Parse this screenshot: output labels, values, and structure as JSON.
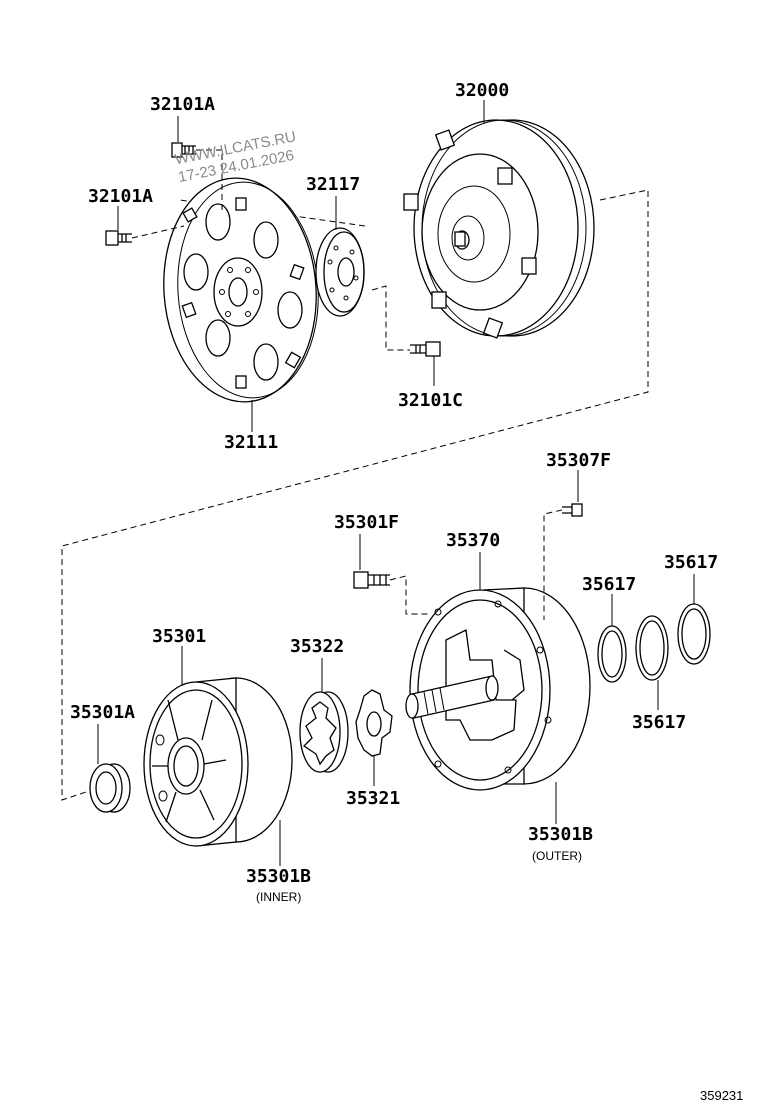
{
  "diagram": {
    "parts": {
      "p32101A_top": "32101A",
      "p32101A_left": "32101A",
      "p32000": "32000",
      "p32117": "32117",
      "p32101C": "32101C",
      "p32111": "32111",
      "p35307F": "35307F",
      "p35301F": "35301F",
      "p35370": "35370",
      "p35617_a": "35617",
      "p35617_b": "35617",
      "p35617_c": "35617",
      "p35301": "35301",
      "p35322": "35322",
      "p35301A": "35301A",
      "p35321": "35321",
      "p35301B_outer": "35301B",
      "p35301B_inner": "35301B"
    },
    "sublabels": {
      "outer": "(OUTER)",
      "inner": "(INNER)"
    },
    "watermark": {
      "line1": "WWW.ILCATS.RU",
      "line2": "17-23 24.01.2026"
    },
    "reference_number": "359231"
  }
}
